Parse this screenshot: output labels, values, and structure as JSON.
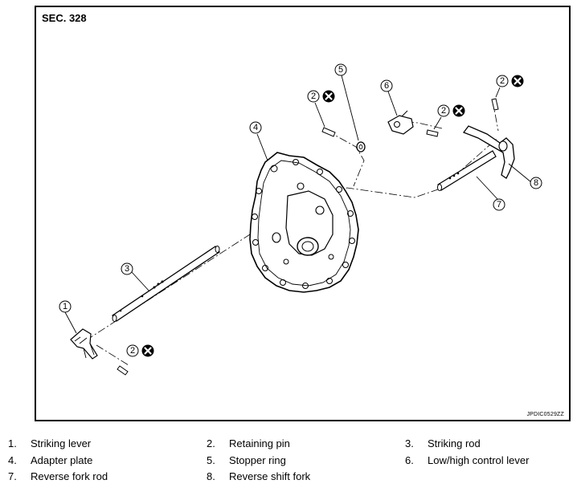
{
  "section_label": "SEC. 328",
  "image_code": "JPDIC0529ZZ",
  "callouts": {
    "c1": "1",
    "c2a": "2",
    "c2b": "2",
    "c2c": "2",
    "c2d": "2",
    "c3": "3",
    "c4": "4",
    "c5": "5",
    "c6": "6",
    "c7": "7",
    "c8": "8"
  },
  "legend": [
    {
      "num": "1.",
      "label": "Striking lever"
    },
    {
      "num": "2.",
      "label": "Retaining pin"
    },
    {
      "num": "3.",
      "label": "Striking rod"
    },
    {
      "num": "4.",
      "label": "Adapter plate"
    },
    {
      "num": "5.",
      "label": "Stopper ring"
    },
    {
      "num": "6.",
      "label": "Low/high control lever"
    },
    {
      "num": "7.",
      "label": "Reverse fork rod"
    },
    {
      "num": "8.",
      "label": "Reverse shift fork"
    }
  ],
  "icons": {
    "do-not-reuse": "circled-x-icon"
  }
}
